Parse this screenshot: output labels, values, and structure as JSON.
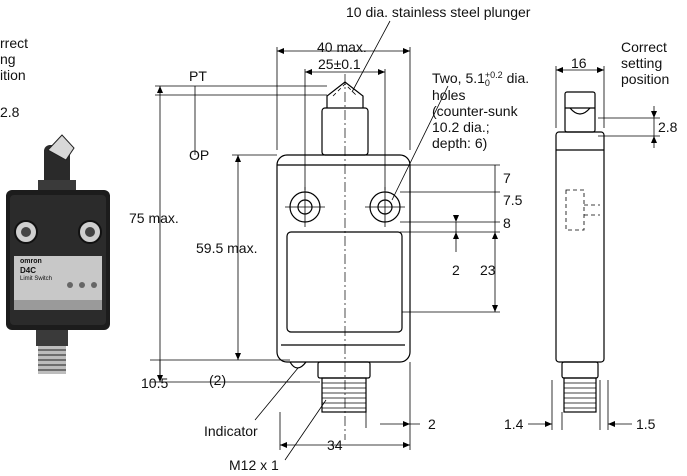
{
  "labels": {
    "plunger": "10 dia. stainless steel plunger",
    "correct_left": [
      "rrect",
      "ng",
      "ition"
    ],
    "left_28": "2.8",
    "max40": "40 max.",
    "tol25": "25±0.1",
    "pt": "PT",
    "op": "OP",
    "holes_prefix": "Two, 5.1",
    "holes_tol_top": "+0.2",
    "holes_tol_bottom": "0",
    "holes_suffix": " dia.",
    "holes_lines": [
      "holes",
      "(counter-sunk",
      "10.2 dia.;",
      "depth: 6)"
    ],
    "dim7": "7",
    "dim75": "7.5",
    "dim8": "8",
    "dim2a": "2",
    "dim23": "23",
    "max75": "75 max.",
    "max595": "59.5 max.",
    "dim105": "10.5",
    "dim2paren": "(2)",
    "indicator": "Indicator",
    "dim34": "34",
    "dim2b": "2",
    "m12": "M12 x 1",
    "side16": "16",
    "correct_right": [
      "Correct",
      "setting",
      "position"
    ],
    "right_28": "2.8",
    "dim14": "1.4",
    "dim15": "1.5"
  },
  "photo_text": {
    "brand": "omron",
    "model": "D4C",
    "type": "Limit Switch"
  }
}
